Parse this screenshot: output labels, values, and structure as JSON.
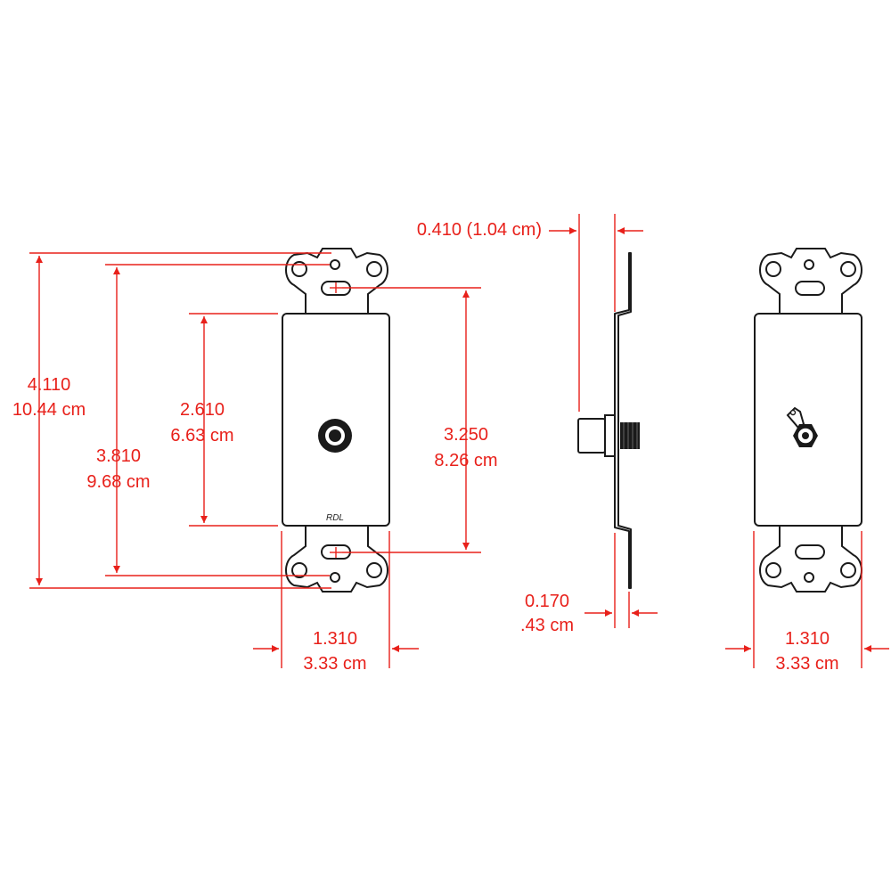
{
  "colors": {
    "dimension": "#e8201a",
    "outline": "#1a1a1a",
    "background": "#ffffff"
  },
  "front_view": {
    "brand_label": "RDL",
    "overall_height": {
      "inches": "4.110",
      "cm": "10.44 cm"
    },
    "mount_hole_spacing": {
      "inches": "3.810",
      "cm": "9.68 cm"
    },
    "plate_height": {
      "inches": "2.610",
      "cm": "6.63 cm"
    },
    "slot_spacing": {
      "inches": "3.250",
      "cm": "8.26 cm"
    },
    "width": {
      "inches": "1.310",
      "cm": "3.33 cm"
    }
  },
  "side_view": {
    "depth": "0.410 (1.04 cm)",
    "thickness": {
      "inches": "0.170",
      "cm": ".43 cm"
    }
  },
  "rear_view": {
    "width": {
      "inches": "1.310",
      "cm": "3.33 cm"
    }
  }
}
